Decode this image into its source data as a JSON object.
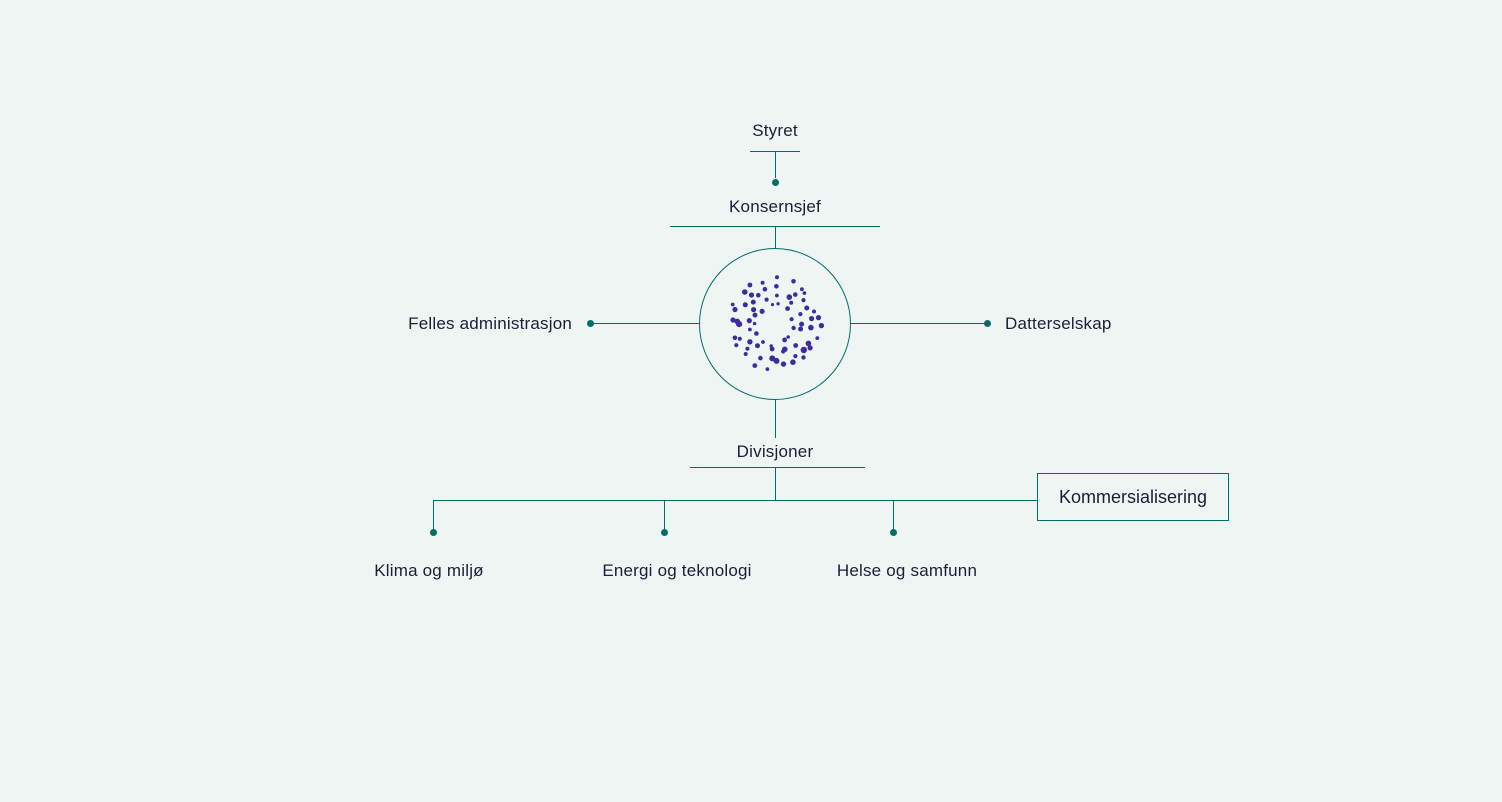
{
  "org_chart": {
    "board": {
      "label": "Styret"
    },
    "ceo": {
      "label": "Konsernsjef"
    },
    "shared_admin": {
      "label": "Felles administrasjon"
    },
    "subsidiaries": {
      "label": "Datterselskap"
    },
    "divisions": {
      "label": "Divisjoner"
    },
    "commercialization": {
      "label": "Kommersialisering"
    },
    "division_list": [
      {
        "label": "Klima og miljø"
      },
      {
        "label": "Energi og teknologi"
      },
      {
        "label": "Helse og samfunn"
      }
    ],
    "logo": {
      "icon": "norce-dotted-sun-logo"
    },
    "colors": {
      "background": "#eef5f3",
      "line": "#006e68",
      "text": "#1d1d38",
      "logo_dots": "#3e2b9e"
    }
  }
}
